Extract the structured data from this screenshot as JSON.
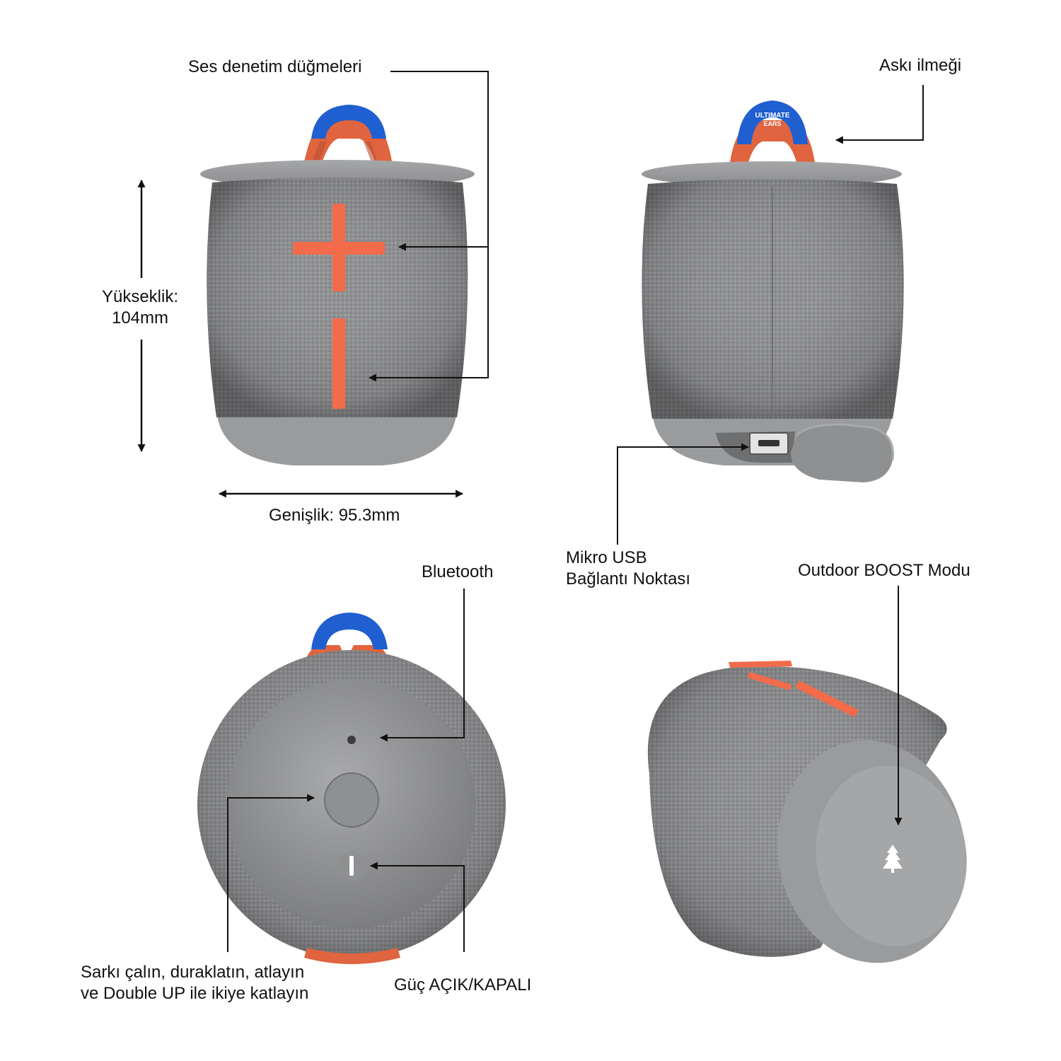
{
  "labels": {
    "volume_controls": "Ses denetim düğmeleri",
    "strap_loop": "Askı ilmeği",
    "height": [
      "Yükseklik:",
      "104mm"
    ],
    "width": "Genişlik: 95.3mm",
    "micro_usb": [
      "Mikro USB",
      "Bağlantı Noktası"
    ],
    "bluetooth": "Bluetooth",
    "outdoor_boost": "Outdoor BOOST Modu",
    "play_pause": [
      "Sarkı çalın, duraklatın, atlayın",
      "ve Double UP ile ikiye katlayın"
    ],
    "power": "Güç AÇIK/KAPALI"
  },
  "brand": {
    "loop_logo": [
      "ULTIMATE",
      "EARS"
    ]
  },
  "colors": {
    "fabric": "#8d8e90",
    "fabric_light": "#a3a4a6",
    "rubber": "#9a9b9d",
    "rubber_dark": "#7c7d80",
    "accent_orange": "#f26b4a",
    "strap_orange": "#e0643f",
    "loop_blue": "#1f5fd0",
    "line": "#111111"
  },
  "icons": [
    "plus-button-icon",
    "minus-button-icon",
    "bluetooth-button-icon",
    "play-button-icon",
    "power-button-icon",
    "micro-usb-port-icon",
    "tree-icon",
    "arrow-icon"
  ]
}
